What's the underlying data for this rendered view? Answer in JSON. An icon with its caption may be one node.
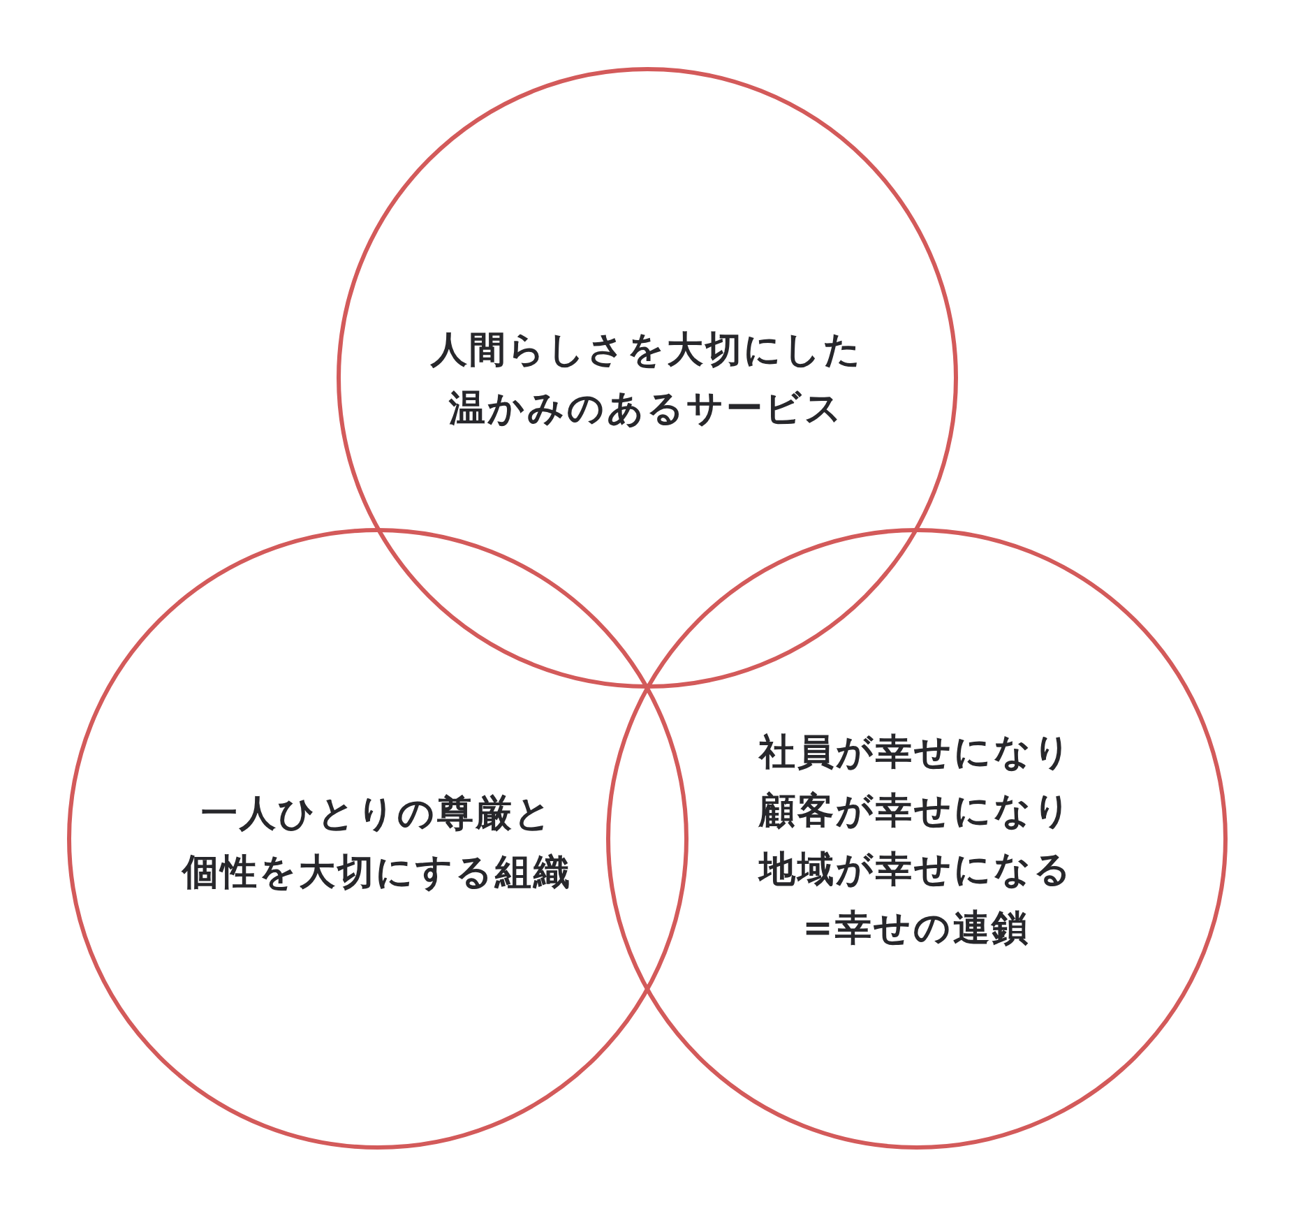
{
  "diagram": {
    "nodes": [
      {
        "text": [
          "人間らしさを大切にした温かみのあるサービス"
        ]
      },
      {
        "text": [
          "一人ひとりの尊厳と個性を大切にする組織"
        ]
      },
      {
        "text": [
          "社員が幸せになり顧客が幸せになり地域が幸せになる=幸せの連鎖"
        ]
      }
    ]
  }
}
